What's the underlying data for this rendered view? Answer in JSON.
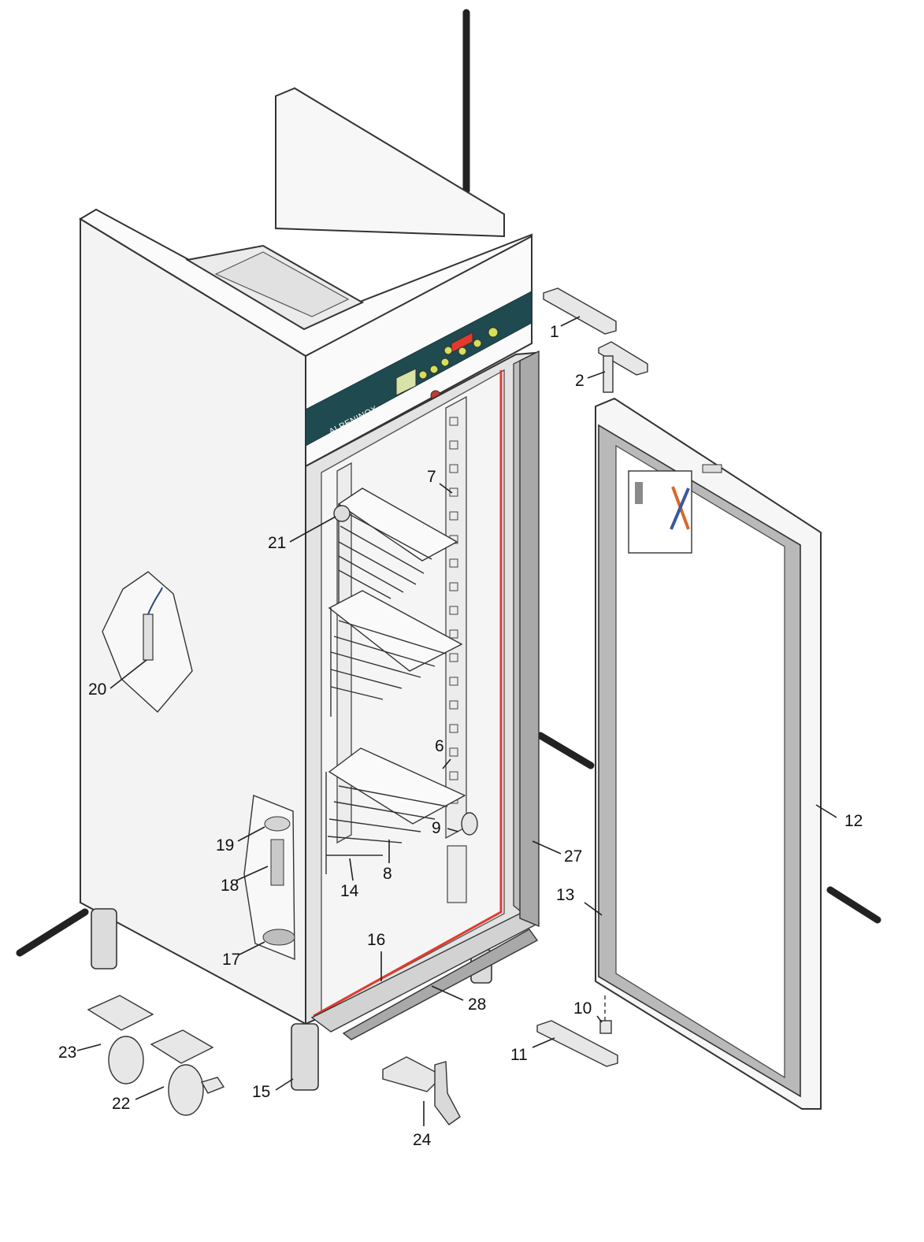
{
  "brand": {
    "text": "ALPENINOX",
    "accent": "#1f4a4f",
    "gasket_color": "#e23a2e"
  },
  "callouts": [
    {
      "id": "c1",
      "label": "1"
    },
    {
      "id": "c2",
      "label": "2"
    },
    {
      "id": "c6",
      "label": "6"
    },
    {
      "id": "c7",
      "label": "7"
    },
    {
      "id": "c8",
      "label": "8"
    },
    {
      "id": "c9",
      "label": "9"
    },
    {
      "id": "c10",
      "label": "10"
    },
    {
      "id": "c11",
      "label": "11"
    },
    {
      "id": "c12",
      "label": "12"
    },
    {
      "id": "c13",
      "label": "13"
    },
    {
      "id": "c14",
      "label": "14"
    },
    {
      "id": "c15",
      "label": "15"
    },
    {
      "id": "c16",
      "label": "16"
    },
    {
      "id": "c17",
      "label": "17"
    },
    {
      "id": "c18",
      "label": "18"
    },
    {
      "id": "c19",
      "label": "19"
    },
    {
      "id": "c20",
      "label": "20"
    },
    {
      "id": "c21",
      "label": "21"
    },
    {
      "id": "c22",
      "label": "22"
    },
    {
      "id": "c23",
      "label": "23"
    },
    {
      "id": "c24",
      "label": "24"
    },
    {
      "id": "c27",
      "label": "27"
    },
    {
      "id": "c28",
      "label": "28"
    }
  ]
}
